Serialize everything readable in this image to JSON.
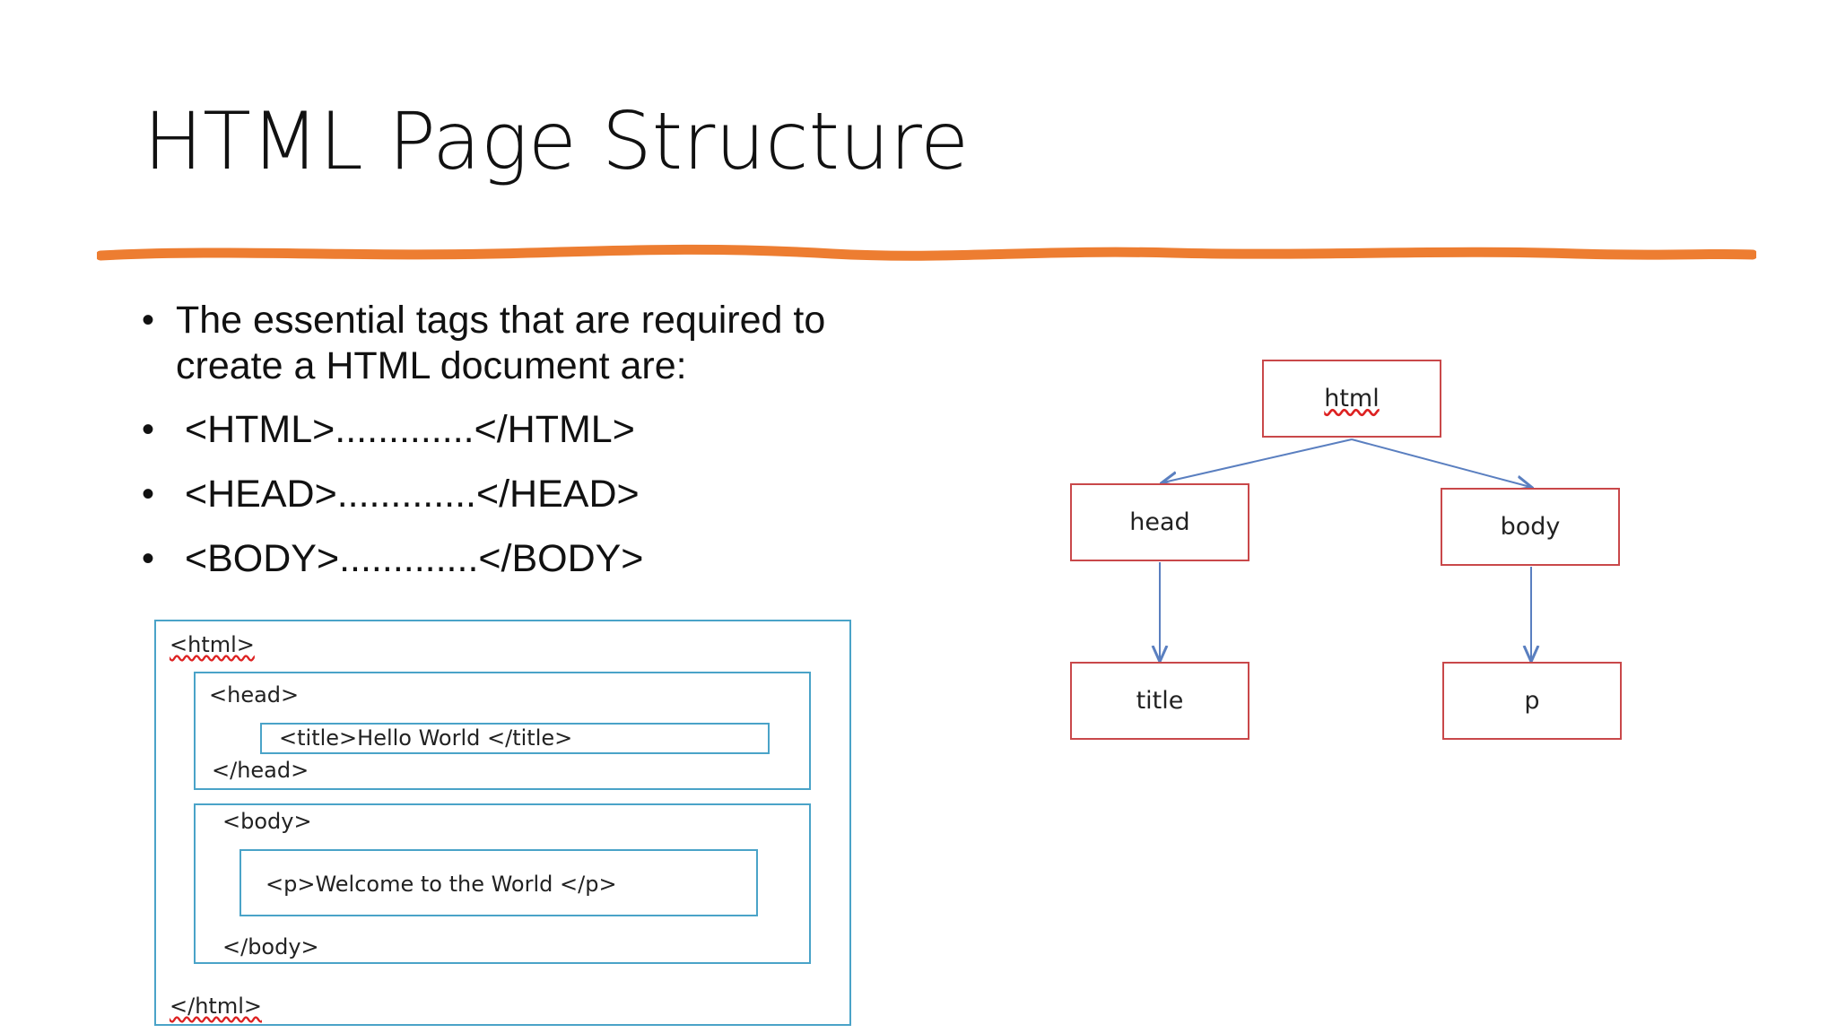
{
  "slide": {
    "title": "HTML Page Structure",
    "accent_color": "#ed7d31"
  },
  "bullets": {
    "intro": "The essential tags that are required to create a HTML document are:",
    "items": [
      "<HTML>.............</HTML>",
      "<HEAD>.............</HEAD>",
      "<BODY>.............</BODY>"
    ]
  },
  "code_figure": {
    "border_color": "#4aa3c8",
    "html_open": "<html>",
    "head_open": "<head>",
    "title_line": "<title>Hello World </title>",
    "head_close": "</head>",
    "body_open": "<body>",
    "p_line": "<p>Welcome to the World </p>",
    "body_close": "</body>",
    "html_close": "</html>"
  },
  "tree": {
    "node_border_color": "#c9484a",
    "edge_color": "#5a7fc0",
    "nodes": {
      "html": "html",
      "head": "head",
      "body": "body",
      "title": "title",
      "p": "p"
    }
  }
}
